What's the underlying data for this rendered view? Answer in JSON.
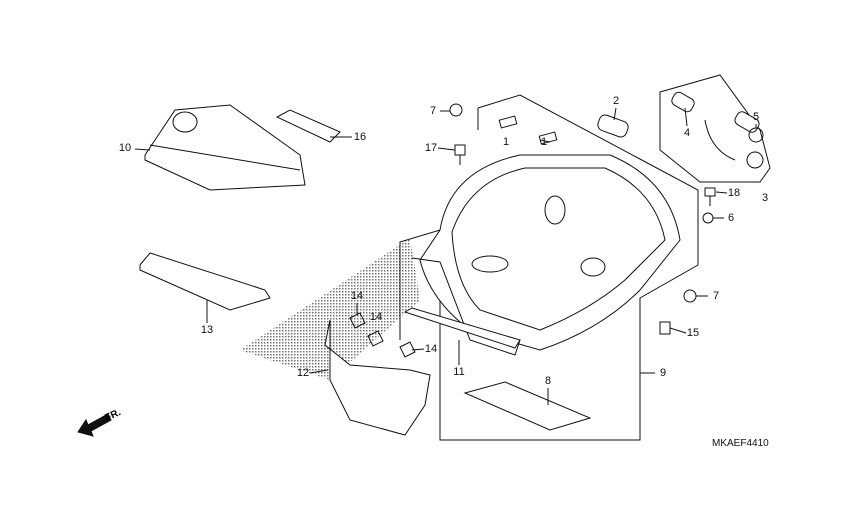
{
  "diagram_code": "MKAEF4410",
  "front_indicator": "FR.",
  "callouts": [
    "1",
    "1",
    "2",
    "3",
    "4",
    "5",
    "6",
    "7",
    "7",
    "8",
    "9",
    "10",
    "11",
    "12",
    "13",
    "14",
    "14",
    "14",
    "15",
    "16",
    "17",
    "18"
  ]
}
